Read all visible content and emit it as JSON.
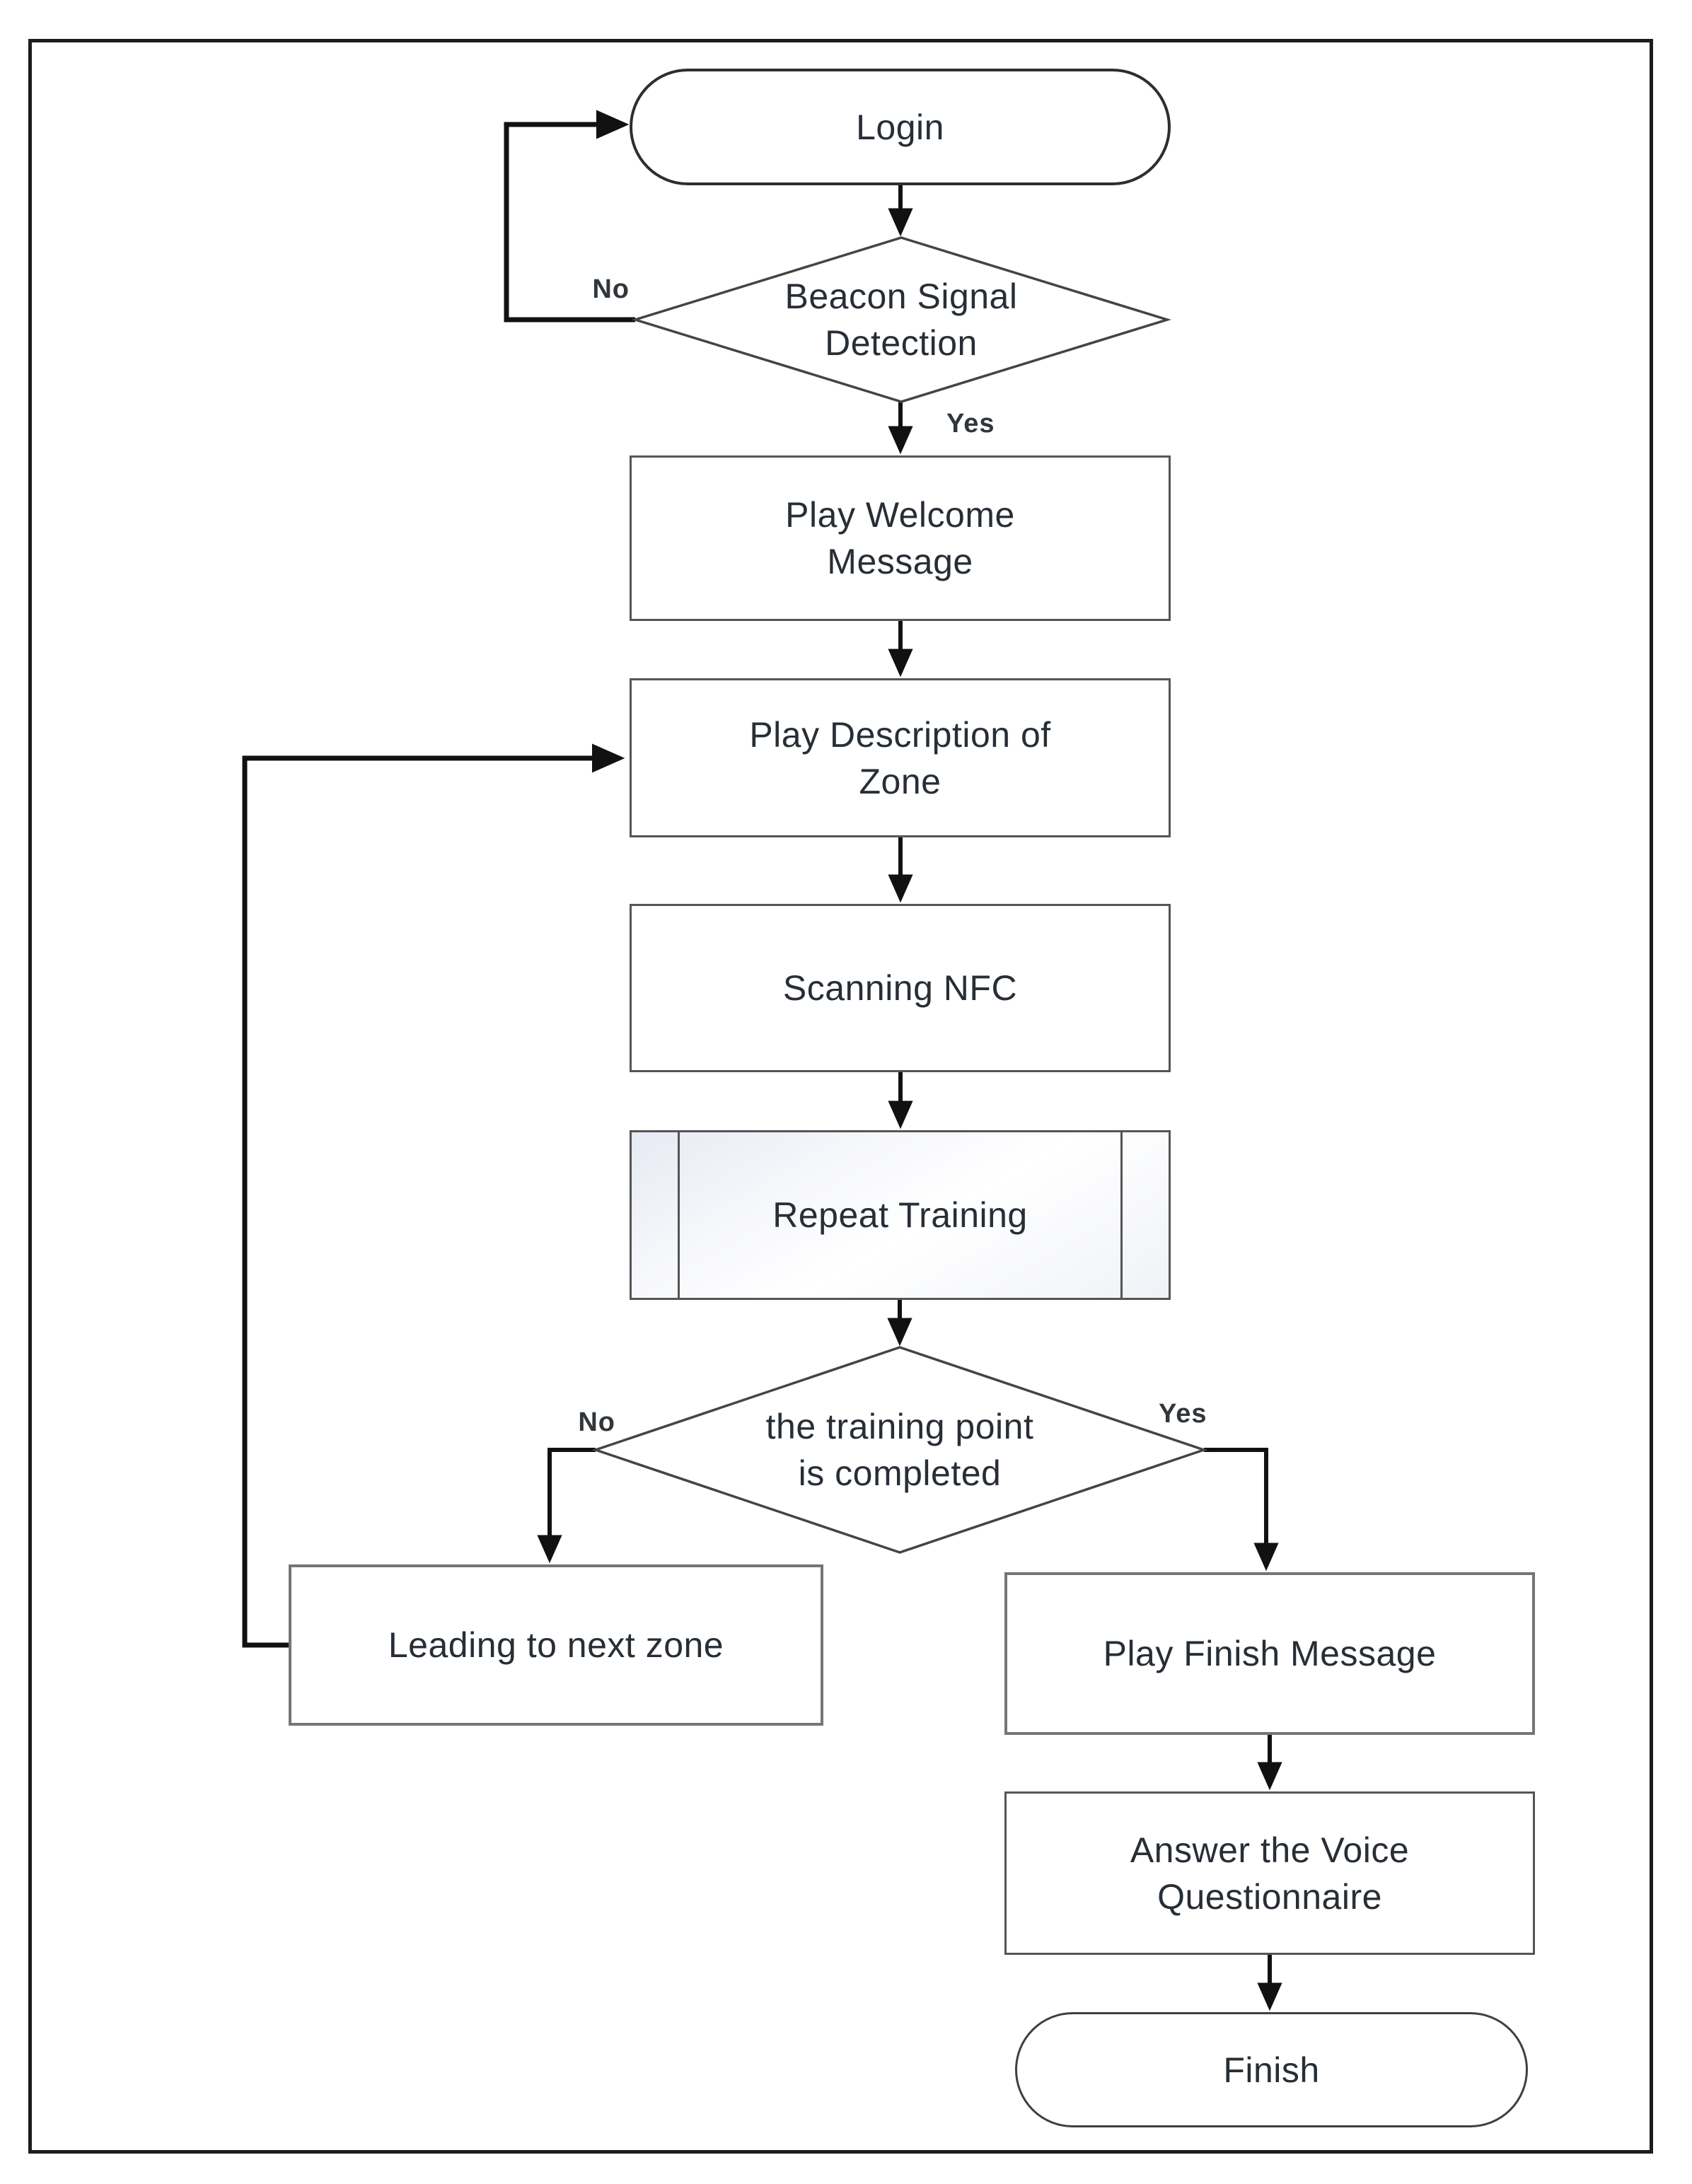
{
  "figure": {
    "type": "flowchart",
    "background": "#ffffff",
    "frame_color": "#1c1c1c",
    "connector_color": "#111111",
    "text_color": "#272e36"
  },
  "nodes": {
    "login": {
      "shape": "terminator",
      "label": "Login"
    },
    "beacon_decision": {
      "shape": "decision",
      "label": "Beacon Signal Detection",
      "line1": "Beacon Signal",
      "line2": "Detection"
    },
    "play_welcome": {
      "shape": "process",
      "label": "Play Welcome Message",
      "line1": "Play Welcome",
      "line2": "Message"
    },
    "play_description": {
      "shape": "process",
      "label": "Play Description of Zone",
      "line1": "Play Description of",
      "line2": "Zone"
    },
    "scanning_nfc": {
      "shape": "process",
      "label": "Scanning NFC"
    },
    "repeat_training": {
      "shape": "predefined-process",
      "label": "Repeat Training"
    },
    "training_decision": {
      "shape": "decision",
      "label": "the training point is completed",
      "line1": "the training point",
      "line2": "is completed"
    },
    "leading_next_zone": {
      "shape": "process",
      "label": "Leading to next zone"
    },
    "play_finish": {
      "shape": "process",
      "label": "Play Finish Message"
    },
    "answer_questionnaire": {
      "shape": "process",
      "label": "Answer the Voice Questionnaire",
      "line1": "Answer the Voice",
      "line2": "Questionnaire"
    },
    "finish": {
      "shape": "terminator",
      "label": "Finish"
    }
  },
  "edge_labels": {
    "beacon_no": "No",
    "beacon_yes": "Yes",
    "training_no": "No",
    "training_yes": "Yes"
  }
}
